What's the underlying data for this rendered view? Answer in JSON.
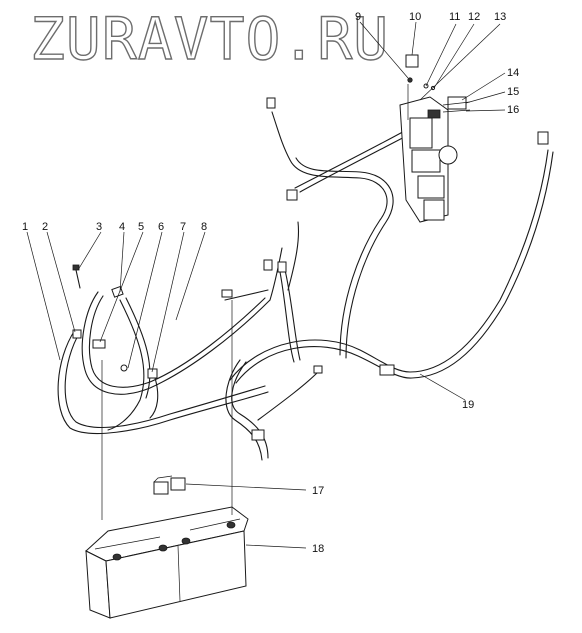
{
  "watermark": "ZURAVTO.RU",
  "callouts": [
    "1",
    "2",
    "3",
    "4",
    "5",
    "6",
    "7",
    "8",
    "9",
    "10",
    "11",
    "12",
    "13",
    "14",
    "15",
    "16",
    "17",
    "18",
    "19"
  ]
}
